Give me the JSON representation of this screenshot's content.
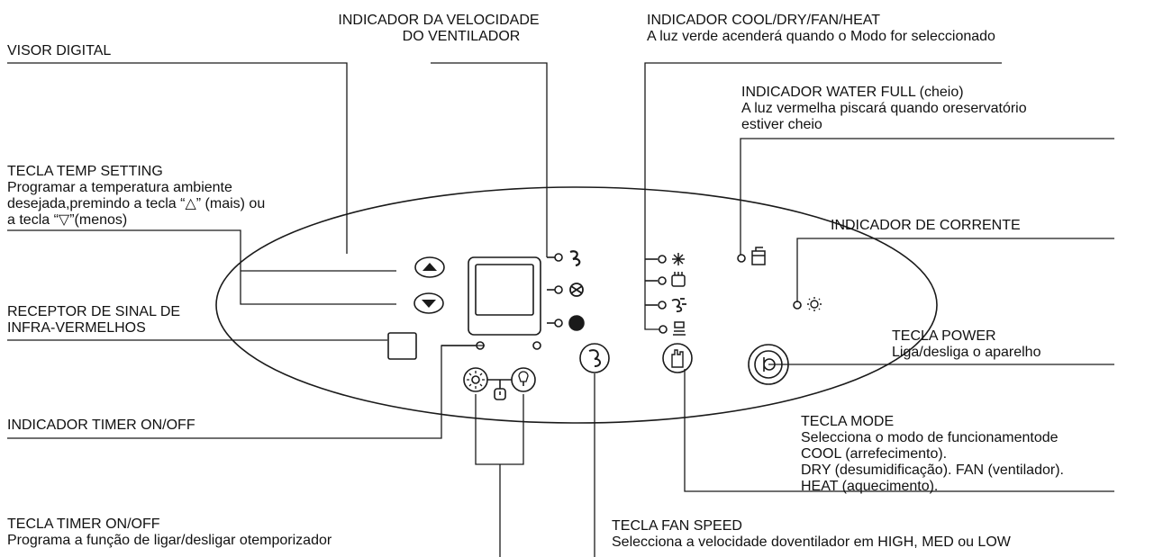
{
  "labels": {
    "visor": [
      "VISOR DIGITAL"
    ],
    "fan_speed_indicator": [
      "INDICADOR DA VELOCIDADE",
      "DO VENTILADOR"
    ],
    "mode_indicator": [
      "INDICADOR COOL/DRY/FAN/HEAT",
      "A luz verde acenderá quando o Modo for seleccionado"
    ],
    "water_full": [
      "INDICADOR WATER FULL (cheio)",
      "A luz vermelha piscará quando oreservatório",
      "estiver cheio"
    ],
    "temp_setting": [
      "TECLA TEMP SETTING",
      "Programar a temperatura ambiente",
      "desejada,premindo a tecla “△” (mais) ou",
      "a tecla “▽”(menos)"
    ],
    "power_indicator": [
      "INDICADOR DE CORRENTE"
    ],
    "receiver": [
      "RECEPTOR DE SINAL DE",
      "INFRA-VERMELHOS"
    ],
    "power_key": [
      "TECLA POWER",
      "Liga/desliga o aparelho"
    ],
    "timer_indicator": [
      "INDICADOR TIMER ON/OFF"
    ],
    "mode_key": [
      "TECLA MODE",
      "Selecciona o modo de funcionamentode",
      "COOL (arrefecimento).",
      "DRY (desumidificação). FAN (ventilador).",
      "HEAT (aquecimento)."
    ],
    "timer_key": [
      "TECLA TIMER ON/OFF",
      "Programa a função de ligar/desligar otemporizador"
    ],
    "fan_key": [
      "TECLA FAN SPEED",
      "Selecciona a velocidade doventilador em HIGH, MED ou LOW"
    ]
  },
  "icons": {
    "fan_speed_levels": [
      "fan-high-icon",
      "fan-med-icon",
      "fan-low-icon"
    ],
    "modes": [
      "snowflake-cool-icon",
      "droplet-dry-icon",
      "fan-mode-icon",
      "heat-icon"
    ],
    "water_full": "bucket-icon",
    "power": "sun-power-icon",
    "buttons": [
      "temp-up-icon",
      "temp-down-icon",
      "fan-speed-icon",
      "mode-hand-icon",
      "power-icon",
      "timer-on-icon",
      "timer-off-icon"
    ]
  },
  "colors": {
    "line": "#1a1a1a",
    "background": "#ffffff"
  }
}
